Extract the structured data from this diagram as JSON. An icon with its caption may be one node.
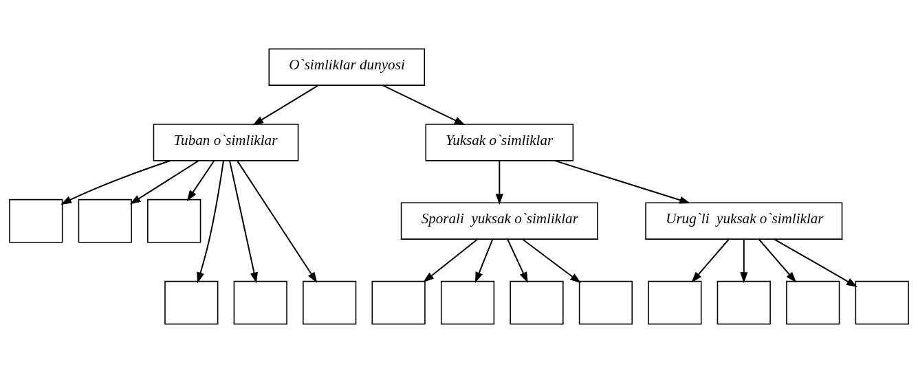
{
  "diagram": {
    "nodes": [
      {
        "text": [
          "O`simliklar dunyosi"
        ]
      },
      {
        "text": [
          "Tuban o`simliklar"
        ]
      },
      {
        "text": [
          "Yuksak o`simliklar"
        ]
      },
      {
        "text": [],
        "shape": "box"
      },
      {
        "text": [],
        "shape": "box"
      },
      {
        "text": [],
        "shape": "box"
      },
      {
        "text": [
          "Sporali  yuksak o`simliklar"
        ]
      },
      {
        "text": [
          "Urug`li  yuksak o`simliklar"
        ]
      },
      {
        "text": [],
        "shape": "box"
      },
      {
        "text": [],
        "shape": "box"
      },
      {
        "text": [],
        "shape": "box"
      },
      {
        "text": [],
        "shape": "box"
      },
      {
        "text": [],
        "shape": "box"
      },
      {
        "text": [],
        "shape": "box"
      },
      {
        "text": [],
        "shape": "box"
      },
      {
        "text": [],
        "shape": "box"
      },
      {
        "text": [],
        "shape": "box"
      },
      {
        "text": [],
        "shape": "box"
      },
      {
        "text": [],
        "shape": "box"
      }
    ],
    "edges": [
      {
        "from": 0,
        "to": 1,
        "arrow": "to"
      },
      {
        "from": 0,
        "to": 2,
        "arrow": "to"
      },
      {
        "from": 1,
        "to": 3,
        "arrow": "to"
      },
      {
        "from": 1,
        "to": 4,
        "arrow": "to"
      },
      {
        "from": 1,
        "to": 5,
        "arrow": "to"
      },
      {
        "from": 2,
        "to": 6,
        "arrow": "to"
      },
      {
        "from": 2,
        "to": 7,
        "arrow": "to"
      },
      {
        "from": 1,
        "to": 8,
        "arrow": "to"
      },
      {
        "from": 1,
        "to": 9,
        "arrow": "to"
      },
      {
        "from": 1,
        "to": 10,
        "arrow": "to"
      },
      {
        "from": 6,
        "to": 11,
        "arrow": "to"
      },
      {
        "from": 6,
        "to": 12,
        "arrow": "to"
      },
      {
        "from": 6,
        "to": 13,
        "arrow": "to"
      },
      {
        "from": 6,
        "to": 14,
        "arrow": "to"
      },
      {
        "from": 7,
        "to": 15,
        "arrow": "to"
      },
      {
        "from": 7,
        "to": 16,
        "arrow": "to"
      },
      {
        "from": 7,
        "to": 17,
        "arrow": "to"
      },
      {
        "from": 7,
        "to": 18,
        "arrow": "to"
      }
    ]
  }
}
